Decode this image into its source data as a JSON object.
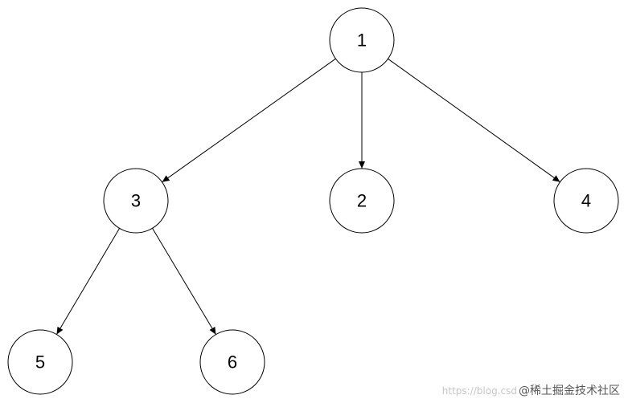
{
  "nodes": [
    {
      "id": "1",
      "label": "1"
    },
    {
      "id": "3",
      "label": "3"
    },
    {
      "id": "2",
      "label": "2"
    },
    {
      "id": "4",
      "label": "4"
    },
    {
      "id": "5",
      "label": "5"
    },
    {
      "id": "6",
      "label": "6"
    }
  ],
  "edges": [
    {
      "from": "1",
      "to": "3"
    },
    {
      "from": "1",
      "to": "2"
    },
    {
      "from": "1",
      "to": "4"
    },
    {
      "from": "3",
      "to": "5"
    },
    {
      "from": "3",
      "to": "6"
    }
  ],
  "watermark": {
    "url": "https://blog.csd",
    "name": "@稀土掘金技术社区"
  }
}
